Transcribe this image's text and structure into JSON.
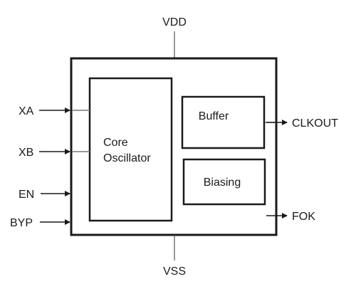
{
  "diagram": {
    "pins": {
      "top": "VDD",
      "bottom": "VSS",
      "inputs": [
        "XA",
        "XB",
        "EN",
        "BYP"
      ],
      "outputs": [
        "CLKOUT",
        "FOK"
      ]
    },
    "blocks": {
      "core_line1": "Core",
      "core_line2": "Oscillator",
      "buffer": "Buffer",
      "biasing": "Biasing"
    }
  },
  "colors": {
    "stroke": "#1a1a1a",
    "pin_line": "#777777",
    "text": "#1a1a1a"
  }
}
